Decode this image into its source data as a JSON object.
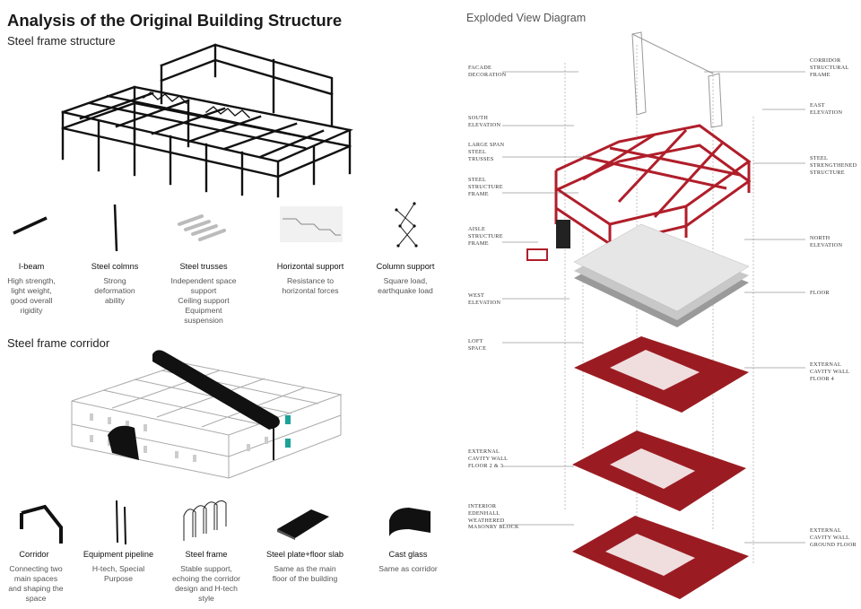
{
  "header": {
    "title": "Analysis of the Original Building Structure",
    "exploded_title": "Exploded View Diagram"
  },
  "steel_frame_structure": {
    "title": "Steel frame structure",
    "components": [
      {
        "icon": "i-beam-icon",
        "label": "I-beam",
        "desc": "High strength,\nlight weight,\ngood overall\nrigidity"
      },
      {
        "icon": "steel-column-icon",
        "label": "Steel colmns",
        "desc": "Strong\ndeformation\nability"
      },
      {
        "icon": "steel-truss-icon",
        "label": "Steel trusses",
        "desc": "Independent space\nsupport\nCeiling support\nEquipment\nsuspension"
      },
      {
        "icon": "horizontal-support-icon",
        "label": "Horizontal support",
        "desc": "Resistance to\nhorizontal forces"
      },
      {
        "icon": "column-support-icon",
        "label": "Column support",
        "desc": "Square load,\nearthquake load"
      }
    ]
  },
  "steel_frame_corridor": {
    "title": "Steel frame corridor",
    "components": [
      {
        "icon": "corridor-icon",
        "label": "Corridor",
        "desc": "Connecting two\nmain spaces\nand shaping the\nspace"
      },
      {
        "icon": "equipment-pipeline-icon",
        "label": "Equipment pipeline",
        "desc": "H-tech, Special\nPurpose"
      },
      {
        "icon": "steel-frame-icon",
        "label": "Steel frame",
        "desc": "Stable support,\nechoing the corridor\ndesign and H-tech\nstyle"
      },
      {
        "icon": "steel-plate-floor-slab-icon",
        "label": "Steel plate+floor slab",
        "desc": "Same as the main\nfloor of the building"
      },
      {
        "icon": "cast-glass-icon",
        "label": "Cast glass",
        "desc": "Same as corridor"
      }
    ]
  },
  "exploded_view": {
    "left_callouts": [
      "FACADE\nDECORATION",
      "SOUTH\nELEVATION",
      "LARGE SPAN\nSTEEL\nTRUSSES",
      "STEEL\nSTRUCTURE\nFRAME",
      "AISLE\nSTRUCTURE\nFRAME",
      "WEST\nELEVATION",
      "LOFT\nSPACE",
      "EXTERNAL\nCAVITY WALL\nFLOOR 2 & 3",
      "INTERIOR\nEDENHALL\nWEATHERED\nMASONRY BLOCK"
    ],
    "right_callouts": [
      "CORRIDOR\nSTRUCTURAL\nFRAME",
      "EAST\nELEVATION",
      "STEEL\nSTRENGTHENED\nSTRUCTURE",
      "NORTH\nELEVATION",
      "FLOOR",
      "EXTERNAL\nCAVITY WALL\nFLOOR 4",
      "EXTERNAL\nCAVITY WALL\nGROUND FLOOR"
    ]
  },
  "colors": {
    "structure_red": "#b01e2a",
    "wall_red": "#9a1c22",
    "slab_grey": "#9a9a9a",
    "frame_black": "#111111"
  }
}
